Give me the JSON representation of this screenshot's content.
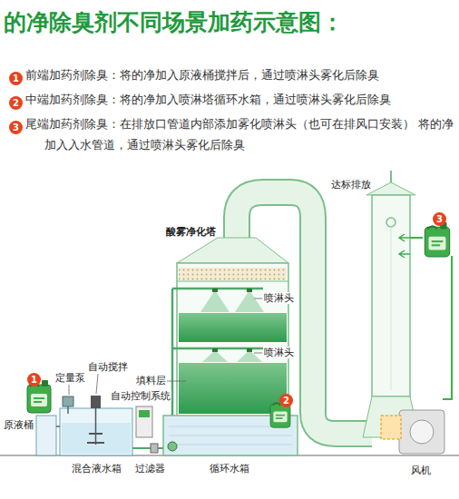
{
  "diagram": {
    "title": "的净除臭剂不同场景加药示意图：",
    "labels": [
      "1",
      "前端加药剂除臭：将的净加入原液桶搅拌后，通过喷淋头雾化后除臭",
      "2",
      "中端加药剂除臭：将的净加入喷淋塔循环水箱，通过喷淋头雾化后除臭",
      "3",
      "尾端加药剂除臭：在排放口管道内部添加雾化喷淋头（也可在排风口安装） 将的净加入入水管道，通过喷淋头雾化后除臭",
      "达标排放",
      "3",
      "酸雾净化塔",
      "喷淋头",
      "喷淋头",
      "自动搅拌",
      "定量泵",
      "填料层",
      "1",
      "自动控制系统",
      "原液桶",
      "2",
      "混合液水箱",
      "过滤器",
      "循环水箱",
      "风机"
    ]
  }
}
